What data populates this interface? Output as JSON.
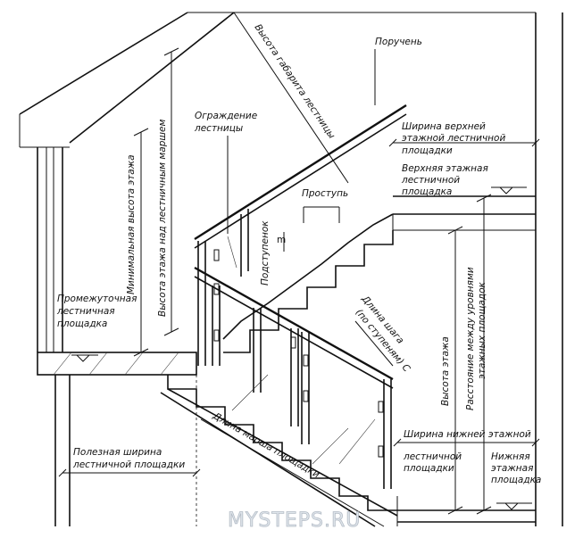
{
  "labels": {
    "handrail": "Поручень",
    "stair_clearance_height": "Высота габарита лестницы",
    "railing": "Ограждение лестницы",
    "upper_landing_width": "Ширина верхней этажной лестничной площадки",
    "upper_landing": "Верхняя этажная лестничной площадка",
    "tread": "Проступь",
    "riser": "Подступенок",
    "min_floor_height": "Минимальная высота этажа",
    "floor_height_above_flight": "Высота этажа над лестничным маршем",
    "intermediate_landing": "Промежуточная лестничная площадка",
    "step_length": "Длина шага (по ступеням) С",
    "floor_height": "Высота этажа",
    "distance_between_levels": "Расстояние между уровнями этажных площадок",
    "lower_landing_width": "Ширина нижней этажной лестничной площадки",
    "useful_landing_width": "Полезная ширина лестничной площадки",
    "flight_length": "Длина марша площадки",
    "lower_landing": "Нижняя этажная площадка",
    "riser_mark": "m",
    "watermark": "MYSTEPS.RU"
  }
}
